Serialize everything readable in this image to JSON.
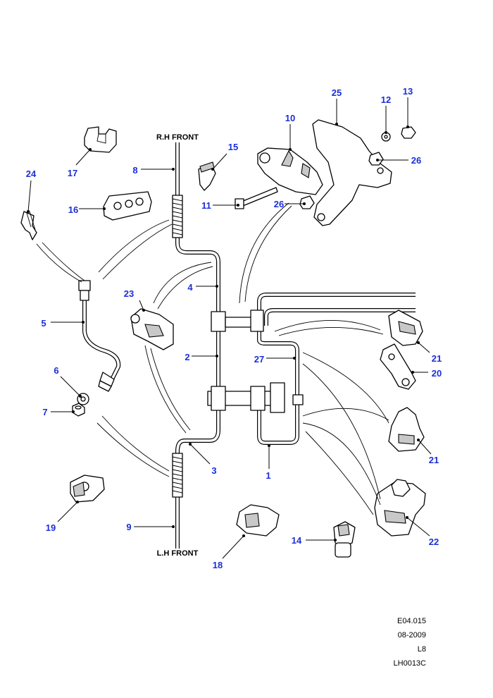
{
  "diagram": {
    "captions": {
      "rh_front": "R.H FRONT",
      "lh_front": "L.H FRONT"
    },
    "callouts": [
      "1",
      "2",
      "3",
      "4",
      "5",
      "6",
      "7",
      "8",
      "9",
      "10",
      "11",
      "12",
      "13",
      "14",
      "15",
      "16",
      "17",
      "18",
      "19",
      "20",
      "21",
      "21",
      "22",
      "23",
      "24",
      "25",
      "26",
      "26",
      "27"
    ],
    "reference": {
      "line1": "E04.015",
      "line2": "08-2009",
      "line3": "L8",
      "line4": "LH0013C"
    },
    "colors": {
      "callout": "#1b2fd6",
      "line": "#000000",
      "shade": "#c8c8c8"
    }
  }
}
